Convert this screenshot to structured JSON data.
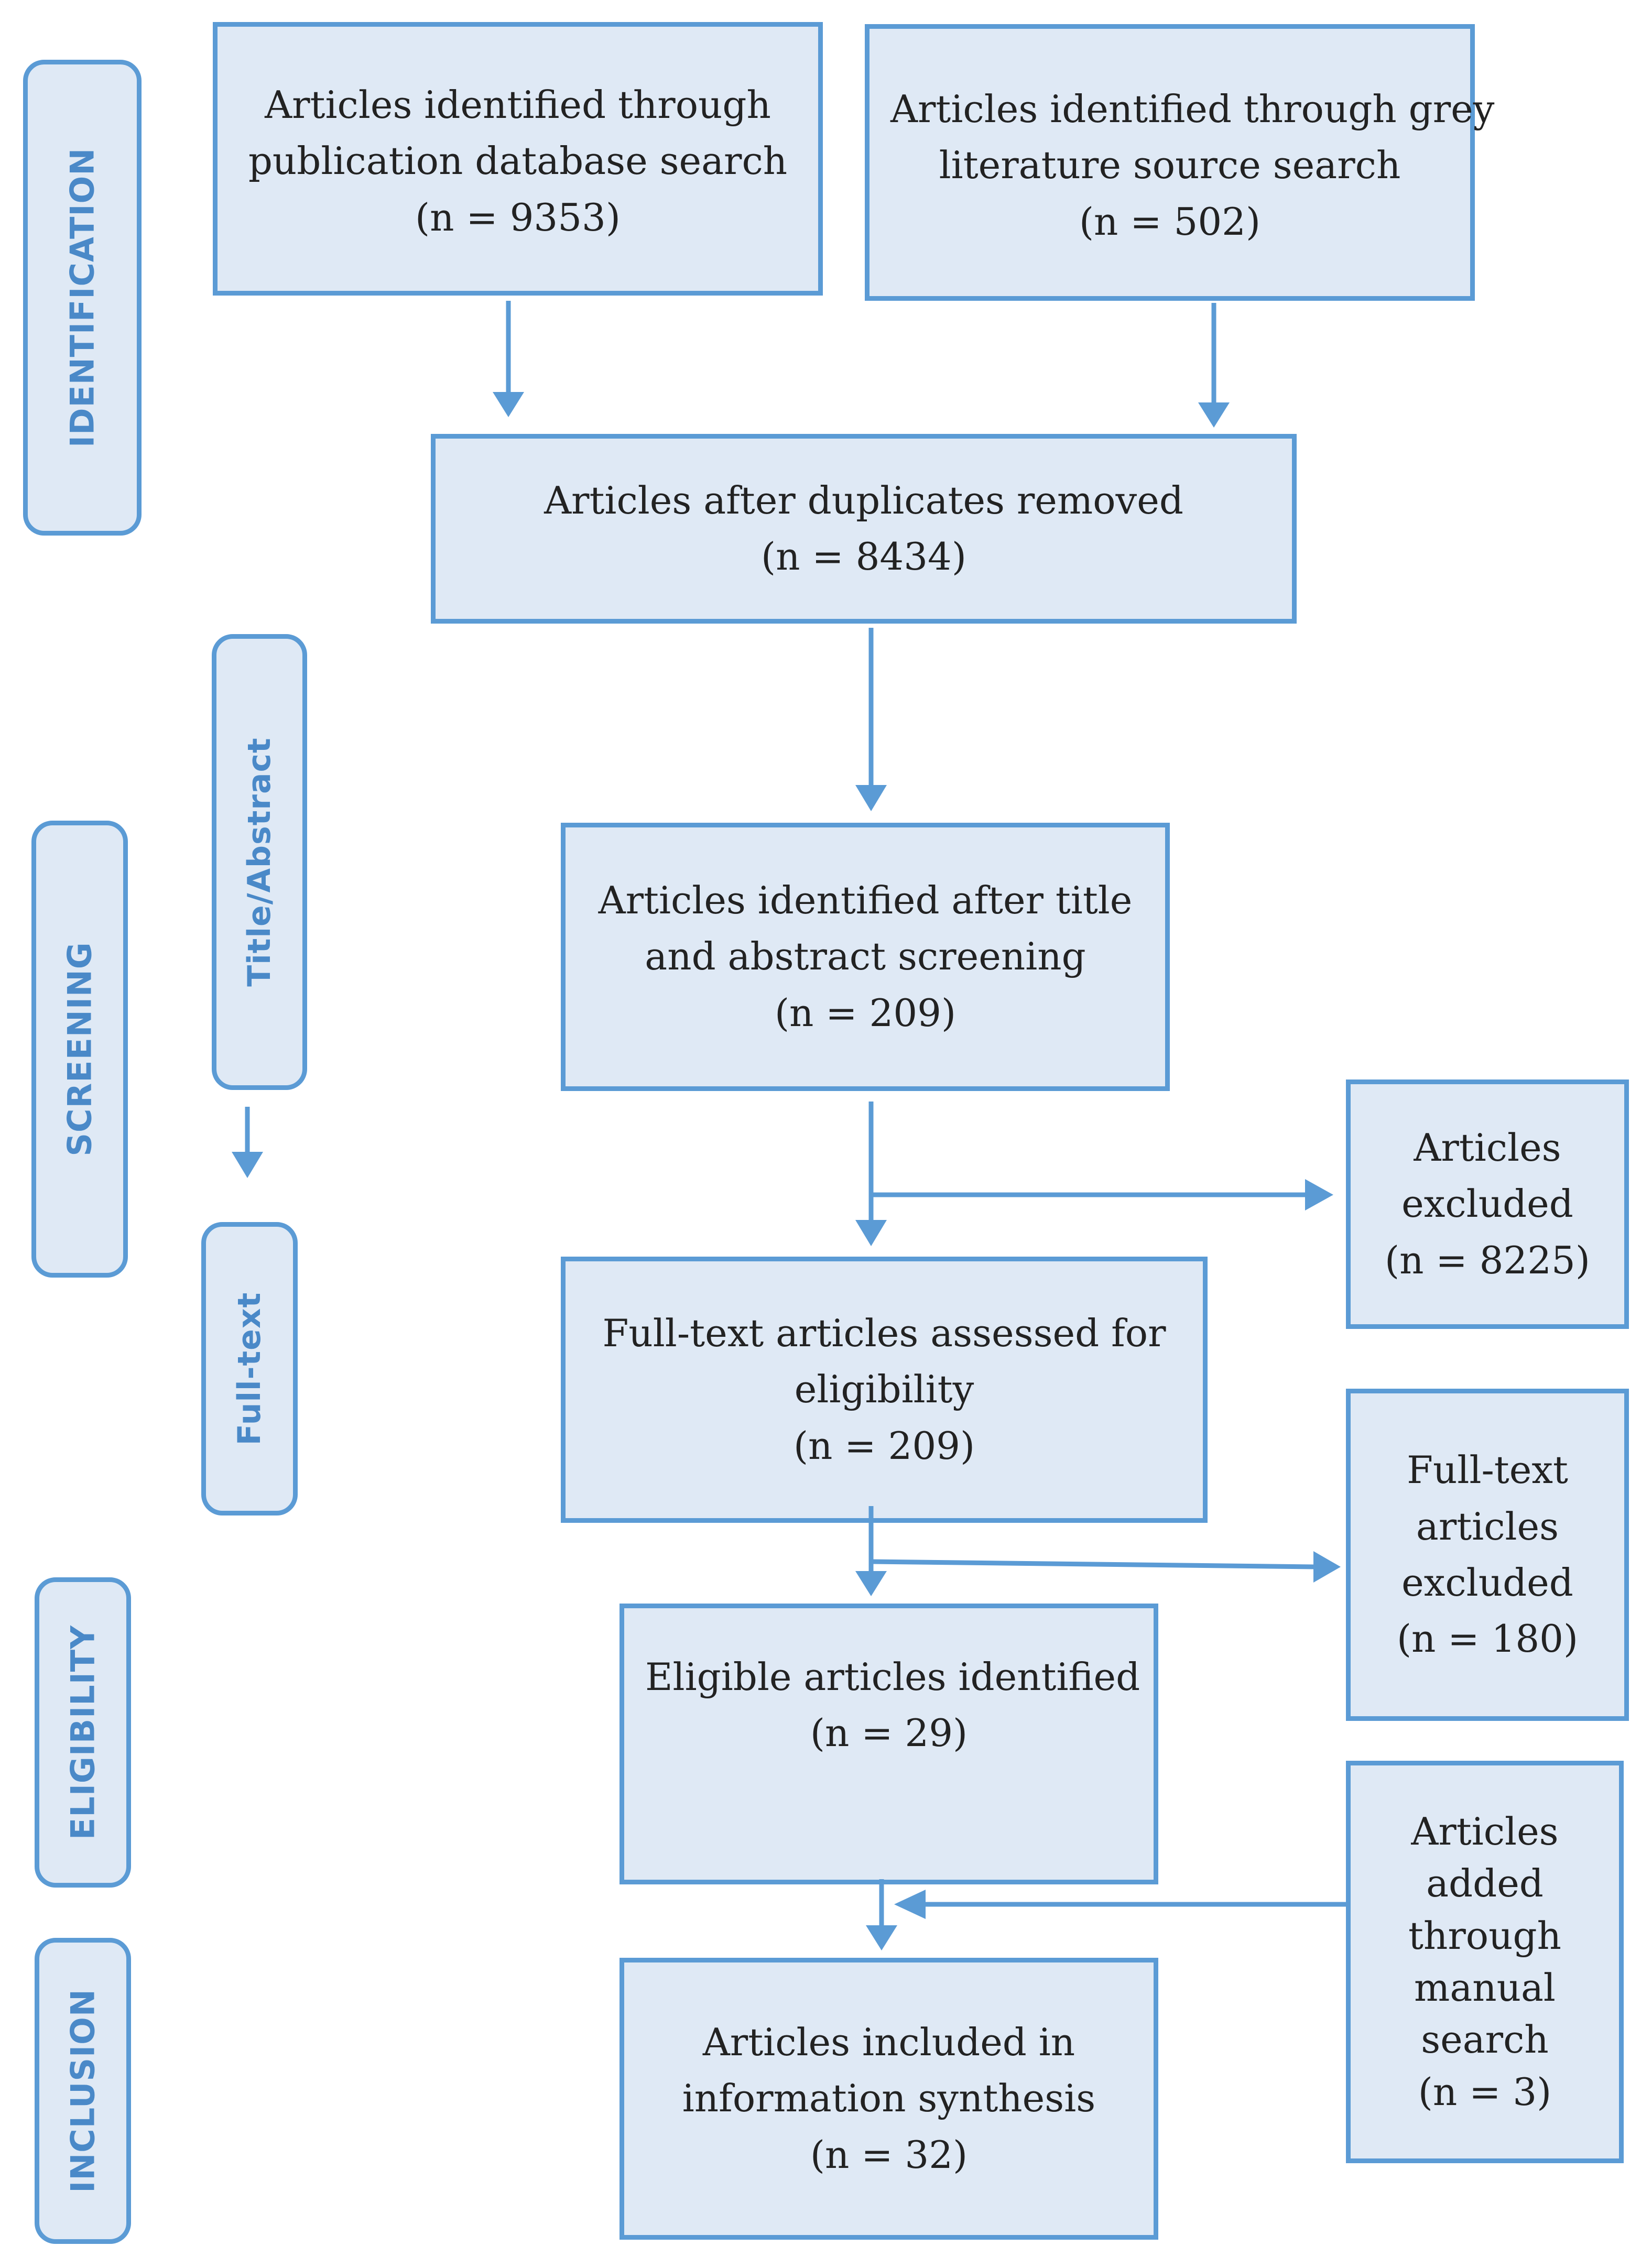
{
  "accent": "#5b9bd5",
  "fill": "#dfe9f5",
  "stages": {
    "identification": "IDENTIFICATION",
    "screening": "SCREENING",
    "title_abstract": "Title/Abstract",
    "full_text": "Full-text",
    "eligibility": "ELIGIBILITY",
    "inclusion": "INCLUSION"
  },
  "boxes": {
    "database": [
      "Articles identified through",
      "publication database search",
      "(n = 9353)"
    ],
    "grey": [
      "Articles identified through grey",
      "literature source search",
      "(n = 502)"
    ],
    "duplicates": [
      "Articles after duplicates removed",
      "(n = 8434)"
    ],
    "title_abstract": [
      "Articles identified after title",
      "and abstract screening",
      "(n = 209)"
    ],
    "excluded": [
      "Articles",
      "excluded",
      "(n = 8225)"
    ],
    "full_text": [
      "Full-text articles assessed for",
      "eligibility",
      "(n = 209)"
    ],
    "full_text_excluded": [
      "Full-text",
      "articles",
      "excluded",
      "(n = 180)"
    ],
    "eligible": [
      "Eligible articles identified",
      "(n = 29)"
    ],
    "manual": [
      "Articles",
      "added",
      "through",
      "manual",
      "search",
      "(n = 3)"
    ],
    "included": [
      "Articles included in",
      "information synthesis",
      "(n = 32)"
    ]
  }
}
